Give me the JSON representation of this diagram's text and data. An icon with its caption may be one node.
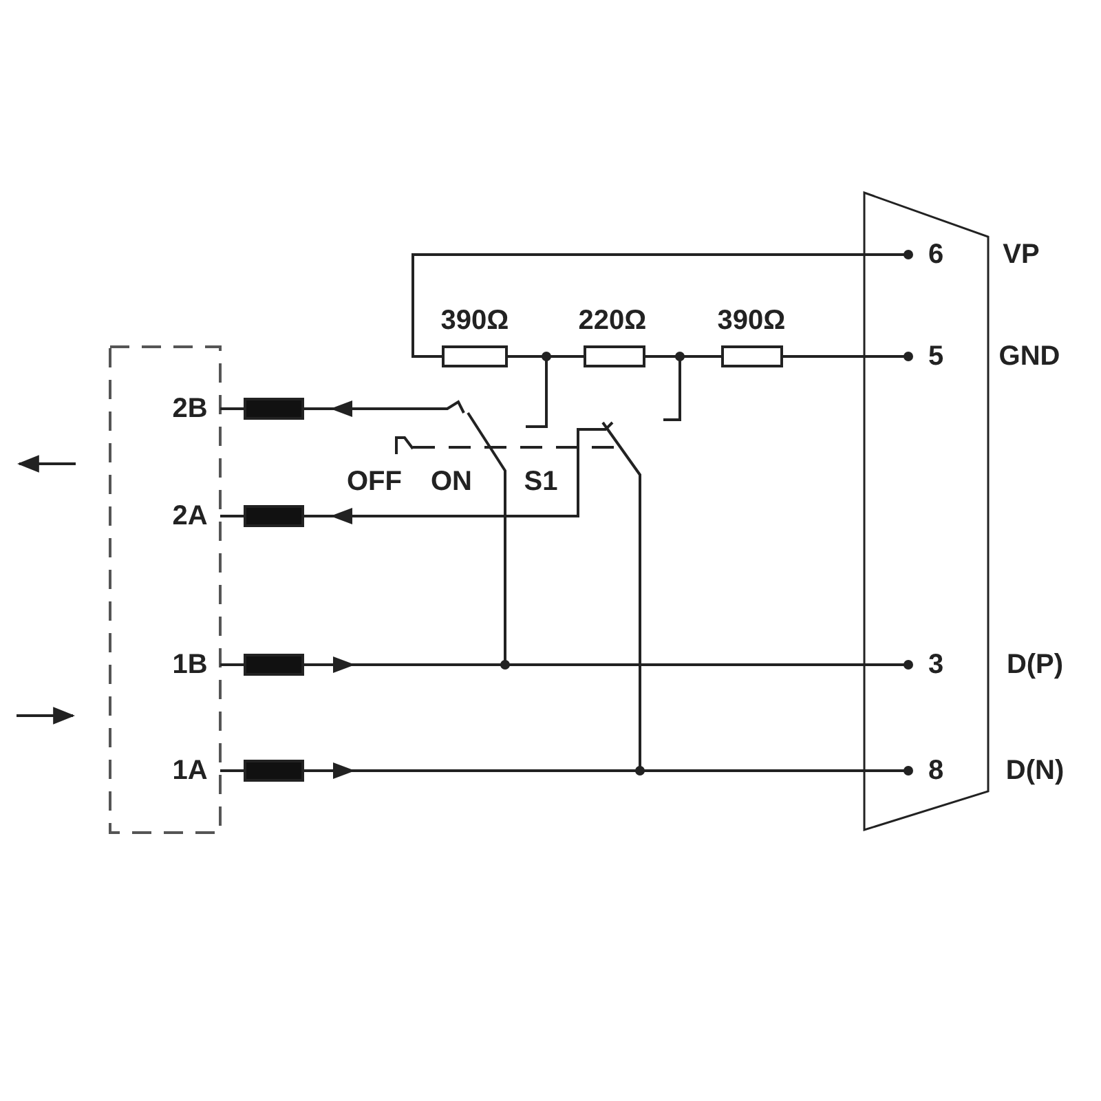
{
  "diagram": {
    "labels": [
      "6",
      "VP",
      "390Ω",
      "220Ω",
      "390Ω",
      "5",
      "GND",
      "2B",
      "OFF",
      "ON",
      "S1",
      "2A",
      "1B",
      "3",
      "D(P)",
      "1A",
      "8",
      "D(N)"
    ]
  }
}
